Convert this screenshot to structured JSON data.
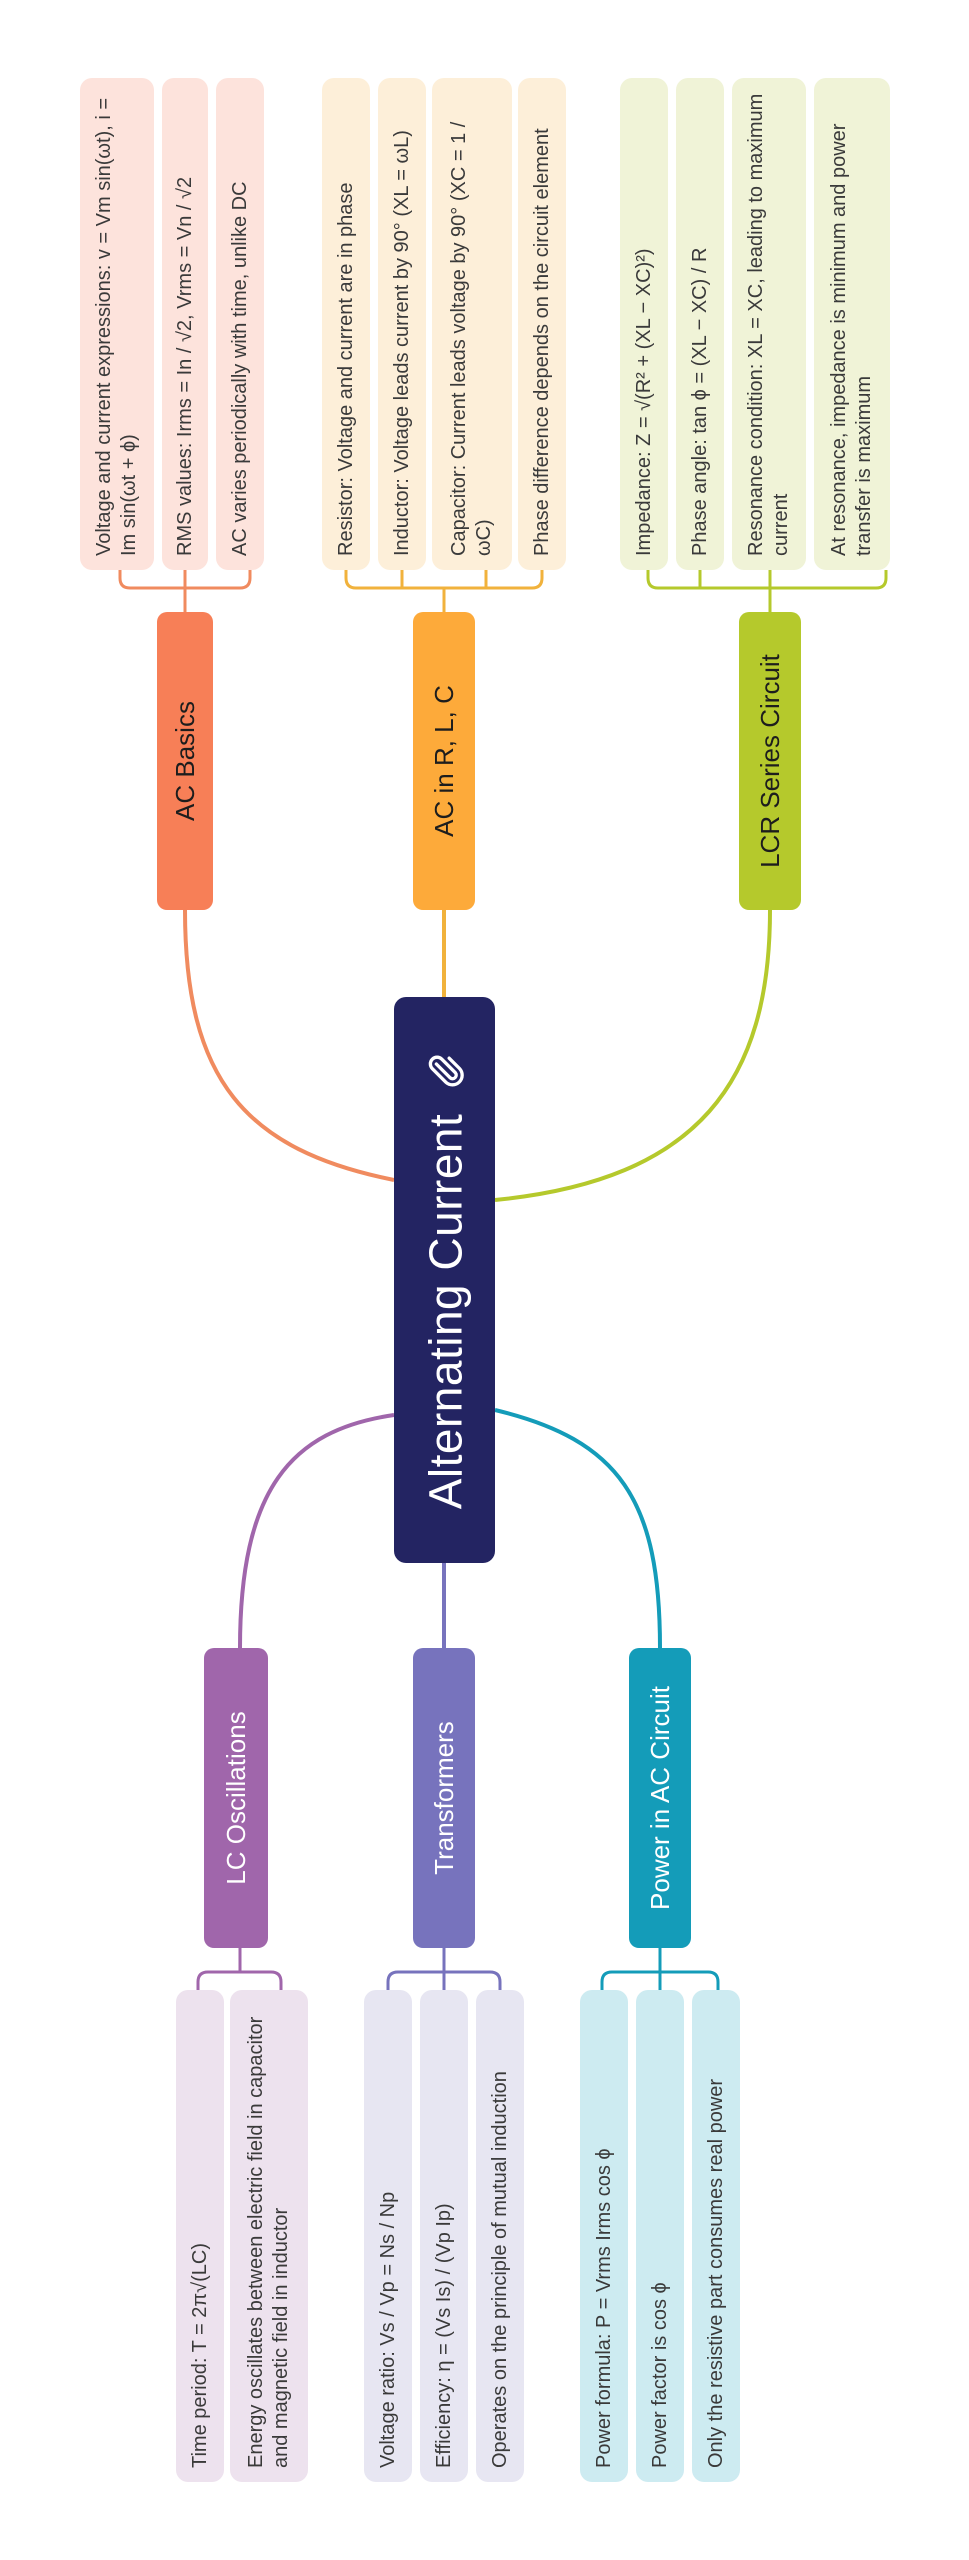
{
  "central": {
    "title": "Alternating Current",
    "icon": "paperclip-icon",
    "color": "#232462"
  },
  "branches": {
    "ac_basics": {
      "label": "AC Basics",
      "color": "#f77f57",
      "leaf_bg": "#fde3dc",
      "leaves": [
        "Voltage and current expressions: v = Vm sin(ωt), i = Im sin(ωt + ϕ)",
        "RMS values: Irms = In / √2, Vrms = Vn / √2",
        "AC varies periodically with time, unlike DC"
      ]
    },
    "ac_rlc": {
      "label": "AC in R, L, C",
      "color": "#fdaa3a",
      "leaf_bg": "#fdefd9",
      "leaves": [
        "Resistor: Voltage and current are in phase",
        "Inductor: Voltage leads current by 90° (XL = ωL)",
        "Capacitor: Current leads voltage by 90° (XC = 1 / ωC)",
        "Phase difference depends on the circuit element"
      ]
    },
    "lcr": {
      "label": "LCR Series Circuit",
      "color": "#b5c92c",
      "leaf_bg": "#f0f3d7",
      "leaves": [
        "Impedance: Z = √(R² + (XL − XC)²)",
        "Phase angle: tan ϕ = (XL − XC) / R",
        "Resonance condition: XL = XC, leading to maximum current",
        "At resonance, impedance is minimum and power transfer is maximum"
      ]
    },
    "lc_osc": {
      "label": "LC Oscillations",
      "color": "#a066ab",
      "leaf_bg": "#ede2ee",
      "leaves": [
        "Time period: T = 2π√(LC)",
        "Energy oscillates between electric field in capacitor and magnetic field in inductor"
      ]
    },
    "transformers": {
      "label": "Transformers",
      "color": "#7773bd",
      "leaf_bg": "#e7e6f2",
      "leaves": [
        "Voltage ratio: Vs / Vp = Ns / Np",
        "Efficiency: η = (Vs Is) / (Vp Ip)",
        "Operates on the principle of mutual induction"
      ]
    },
    "power": {
      "label": "Power in AC Circuit",
      "color": "#149cb9",
      "leaf_bg": "#cdebf1",
      "leaves": [
        "Power formula: P = Vrms Irms cos ϕ",
        "Power factor is cos ϕ",
        "Only the resistive part consumes real power"
      ]
    }
  }
}
